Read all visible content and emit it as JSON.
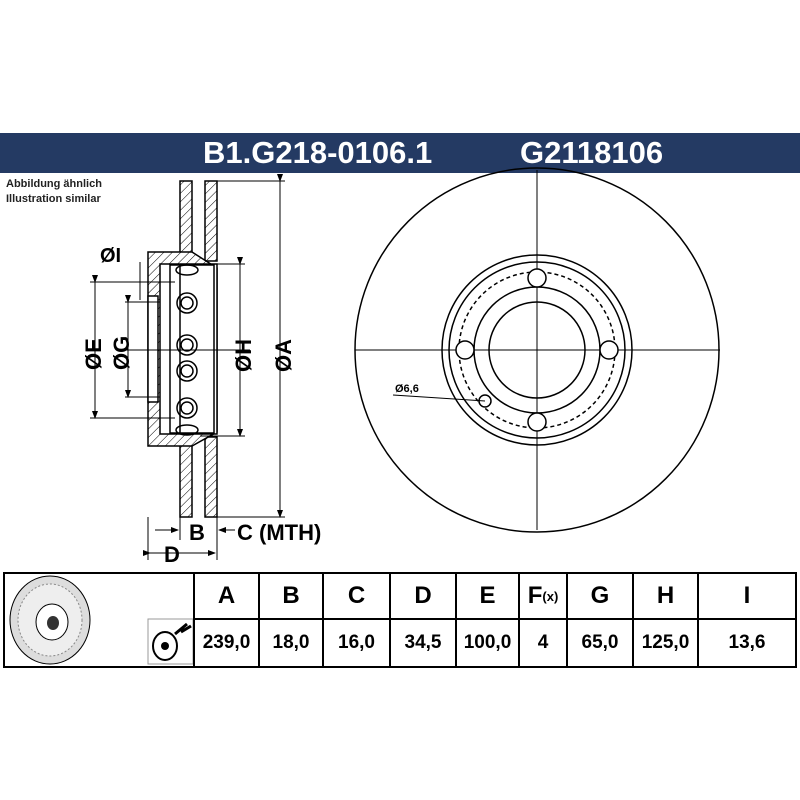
{
  "header": {
    "part_number": "B1.G218-0106.1",
    "ref_number": "G2118106",
    "bg_color": "#243a63"
  },
  "note": {
    "line1": "Abbildung ähnlich",
    "line2": "Illustration similar"
  },
  "section_labels": {
    "dI": "ØI",
    "dE": "ØE",
    "dG": "ØG",
    "dH": "ØH",
    "dA": "ØA",
    "B": "B",
    "C": "C (MTH)",
    "D": "D"
  },
  "front_view": {
    "hole_label": "Ø6,6"
  },
  "table": {
    "columns": [
      {
        "key": "A",
        "value": "239,0"
      },
      {
        "key": "B",
        "value": "18,0"
      },
      {
        "key": "C",
        "value": "16,0"
      },
      {
        "key": "D",
        "value": "34,5"
      },
      {
        "key": "E",
        "value": "100,0"
      },
      {
        "key": "F",
        "sub": "(x)",
        "value": "4"
      },
      {
        "key": "G",
        "value": "65,0"
      },
      {
        "key": "H",
        "value": "125,0"
      },
      {
        "key": "I",
        "value": "13,6"
      }
    ]
  }
}
